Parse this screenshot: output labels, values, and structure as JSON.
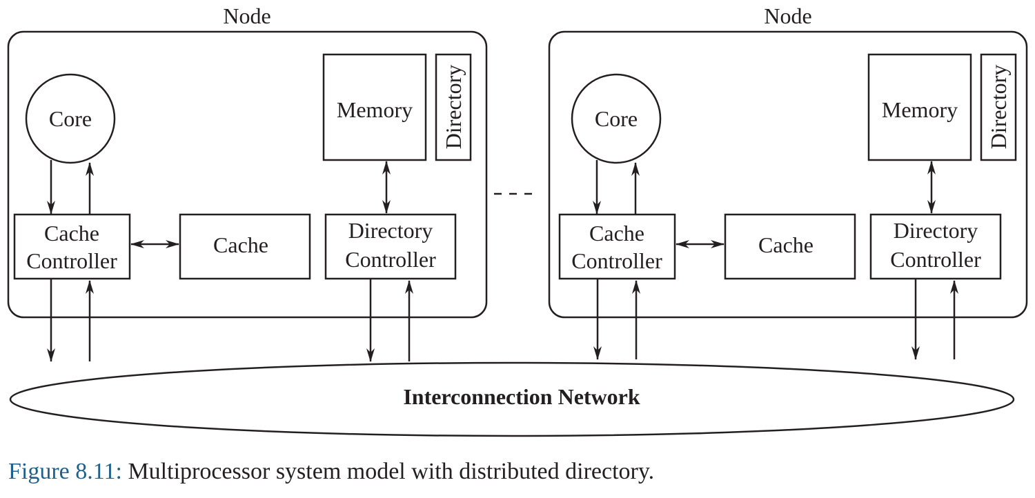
{
  "nodes": [
    {
      "title": "Node",
      "core": "Core",
      "memory": "Memory",
      "directory": "Directory",
      "cache_controller": [
        "Cache",
        "Controller"
      ],
      "cache": "Cache",
      "directory_controller": [
        "Directory",
        "Controller"
      ]
    },
    {
      "title": "Node",
      "core": "Core",
      "memory": "Memory",
      "directory": "Directory",
      "cache_controller": [
        "Cache",
        "Controller"
      ],
      "cache": "Cache",
      "directory_controller": [
        "Directory",
        "Controller"
      ]
    }
  ],
  "network": {
    "label": "Interconnection Network"
  },
  "caption": {
    "figure_number": "Figure 8.11:",
    "text": " Multiprocessor system model with distributed directory."
  }
}
